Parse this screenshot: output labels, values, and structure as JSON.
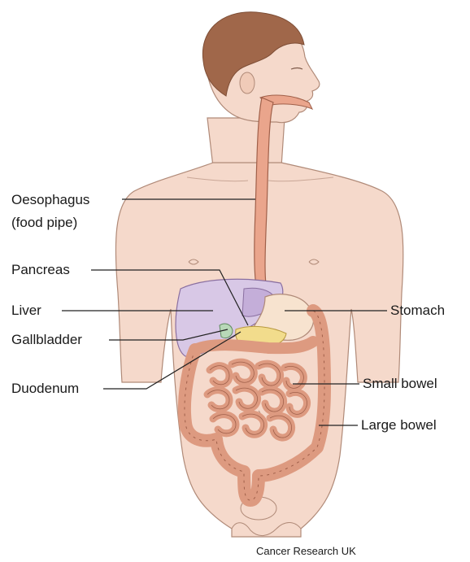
{
  "labels": {
    "oesophagus_line1": "Oesophagus",
    "oesophagus_line2": "(food pipe)",
    "pancreas": "Pancreas",
    "liver": "Liver",
    "gallbladder": "Gallbladder",
    "duodenum": "Duodenum",
    "stomach": "Stomach",
    "small_bowel": "Small bowel",
    "large_bowel": "Large bowel"
  },
  "credit": "Cancer Research UK",
  "colors": {
    "skin": "#f5d9cb",
    "skin_outline": "#b08a78",
    "hair": "#a0674a",
    "oesophagus": "#eaa58c",
    "liver": "#d8c8e6",
    "stomach": "#f7e3cf",
    "pancreas": "#f2dc8c",
    "bowel": "#dd9a80",
    "leader_line": "#222222"
  }
}
